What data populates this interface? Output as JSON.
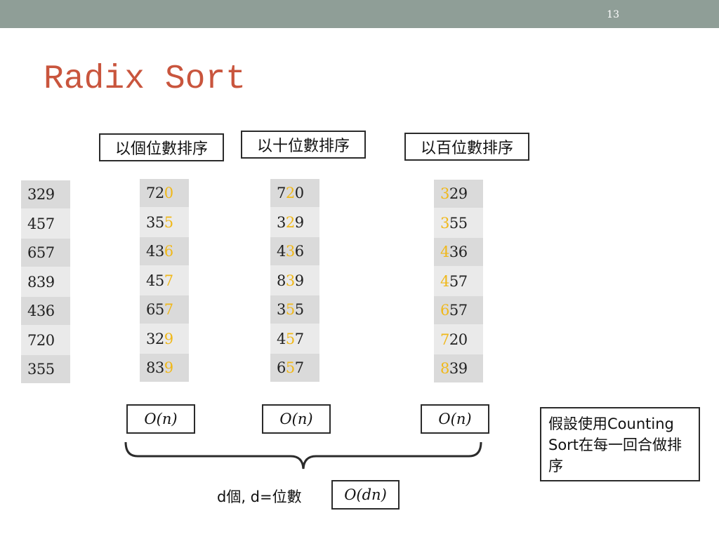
{
  "slide": {
    "number": "13",
    "title": "Radix Sort"
  },
  "columns": [
    {
      "header": "",
      "rows": [
        {
          "prefix": "329",
          "digit": "",
          "suffix": ""
        },
        {
          "prefix": "457",
          "digit": "",
          "suffix": ""
        },
        {
          "prefix": "657",
          "digit": "",
          "suffix": ""
        },
        {
          "prefix": "839",
          "digit": "",
          "suffix": ""
        },
        {
          "prefix": "436",
          "digit": "",
          "suffix": ""
        },
        {
          "prefix": "720",
          "digit": "",
          "suffix": ""
        },
        {
          "prefix": "355",
          "digit": "",
          "suffix": ""
        }
      ]
    },
    {
      "header": "以個位數排序",
      "complexity": "O(n)",
      "rows": [
        {
          "prefix": "72",
          "digit": "0",
          "suffix": ""
        },
        {
          "prefix": "35",
          "digit": "5",
          "suffix": ""
        },
        {
          "prefix": "43",
          "digit": "6",
          "suffix": ""
        },
        {
          "prefix": "45",
          "digit": "7",
          "suffix": ""
        },
        {
          "prefix": "65",
          "digit": "7",
          "suffix": ""
        },
        {
          "prefix": "32",
          "digit": "9",
          "suffix": ""
        },
        {
          "prefix": "83",
          "digit": "9",
          "suffix": ""
        }
      ]
    },
    {
      "header": "以十位數排序",
      "complexity": "O(n)",
      "rows": [
        {
          "prefix": "7",
          "digit": "2",
          "suffix": "0"
        },
        {
          "prefix": "3",
          "digit": "2",
          "suffix": "9"
        },
        {
          "prefix": "4",
          "digit": "3",
          "suffix": "6"
        },
        {
          "prefix": "8",
          "digit": "3",
          "suffix": "9"
        },
        {
          "prefix": "3",
          "digit": "5",
          "suffix": "5"
        },
        {
          "prefix": "4",
          "digit": "5",
          "suffix": "7"
        },
        {
          "prefix": "6",
          "digit": "5",
          "suffix": "7"
        }
      ]
    },
    {
      "header": "以百位數排序",
      "complexity": "O(n)",
      "rows": [
        {
          "prefix": "",
          "digit": "3",
          "suffix": "29"
        },
        {
          "prefix": "",
          "digit": "3",
          "suffix": "55"
        },
        {
          "prefix": "",
          "digit": "4",
          "suffix": "36"
        },
        {
          "prefix": "",
          "digit": "4",
          "suffix": "57"
        },
        {
          "prefix": "",
          "digit": "6",
          "suffix": "57"
        },
        {
          "prefix": "",
          "digit": "7",
          "suffix": "20"
        },
        {
          "prefix": "",
          "digit": "8",
          "suffix": "39"
        }
      ]
    }
  ],
  "brace_caption": "d個, d=位數",
  "total_complexity": "O(dn)",
  "note": "假設使用Counting Sort在每一回合做排序",
  "colors": {
    "title": "#c9553d",
    "highlight_digit": "#f0b819",
    "top_bar": "#8f9e97"
  }
}
